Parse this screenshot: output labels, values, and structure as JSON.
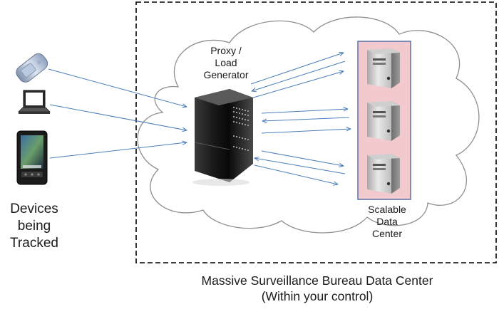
{
  "diagram": {
    "devices_label": [
      "Devices",
      "being",
      "Tracked"
    ],
    "proxy_label": [
      "Proxy /",
      "Load",
      "Generator"
    ],
    "datacenter_label": [
      "Scalable",
      "Data",
      "Center"
    ],
    "caption": [
      "Massive Surveillance Bureau Data Center",
      "(Within your control)"
    ],
    "devices": [
      "phone-icon",
      "laptop-icon",
      "smartphone-icon"
    ],
    "servers": [
      "server-icon",
      "server-icon",
      "server-icon"
    ],
    "colors": {
      "arrow": "#4a7ebb",
      "datacenter_fill": "#f2c9cc",
      "datacenter_border": "#5a6fa8",
      "boundary": "#000000",
      "cloud_stroke": "#8f8f8f"
    }
  }
}
